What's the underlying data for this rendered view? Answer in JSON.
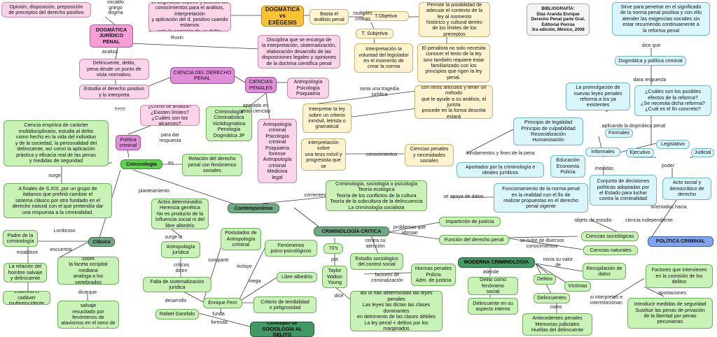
{
  "colors": {
    "pink": "#fbd4ea",
    "yellow": "#fdf4cf",
    "green": "#c8f2b6",
    "cyan": "#d8f6fb",
    "blue": "#7fa5ee",
    "dark_green": "#3f9a63"
  },
  "nodes": {
    "n1": "Opinión, disposición, preposición\nde preceptos del derecho positivo",
    "n2": "DOGMÁTICA\nJURÍDICO\nPENAL",
    "n3": "El dogmático expone y difunde los\nconocimientos para el análisis, interpretación\ny aplicación del d. positivo cuando estamos\nante la comisión de un delito.",
    "n4": "DOGMÁTICA\nvs\nEXÉGESIS",
    "n5": "Basta el\nanálisis penal",
    "n6": "T.Objetiva",
    "n7": "Permite la posibilidad de\nadecuar el contexto de la\nley al momento\nhistórico y cultural dentro\nde los límites de los\npreceptos",
    "n8": "BIBLIOGRAFÍA:\nDíaz Aranda Enrique\nDerecho Penal parte Gral.\nEditorial Porrúa\n3ra edición, México, 2008",
    "n9": "Sirve para penetrar en el significado\nde la norma penal positiva y con ello\natender las exigencias sociales sin\nestar recurriendo continuamente a\nla reforma penal",
    "n10": "Disciplina que se encarga de\nla interpretación, sistematización,\nelaboración desarrollo de las\ndisposiciones legales y opiniones\nde la doctrina científica penal",
    "n11": "T. Subjetiva",
    "n12": "Interpretación la\nvoluntad del legislador\nen el momento de\ncrear la norma",
    "n13": "El penalista no solo necesita\nconocer el texto de la ley\nsino también requiere estar\nfamiliarizado con los\nprincipios que rigen la ley\npenal.",
    "n14": "Dogmática y política criminal",
    "n15": "Delincuente, delito,\npena desde un punto de\nvista normativo.",
    "n16": "Estudia el derecho positivo\ny lo interpreta",
    "n17": "CIENCIA DEL DERECHO\nPENAL",
    "n18": "CIENCIAS\nPENALES",
    "n19": "Antropología\nPsicología\nPsiquiatría",
    "n20": "Su estructura se interrelaciona\ncon otros artículos y tener un método\nque le ayude a su análisis, el jurista\nprocede en la forma descrita estará\nen la posibilidad de aplicar la ley",
    "n21": "La promulgación de\nnuevas leyes penales\nreforma a los ya\nexistentes",
    "n22": "¿Cuáles son los posibles\nefectos de la reforma?\n¿Se necesita dicha reforma?\n¿Cuál es el fin concreto?",
    "n23": "¿Cómo se analiza?\n¿Existen límites?\n¿Cuáles son los alcances?",
    "n24": "Criminología\nCriminalística\nVictidogmática\nPenología\nDogmática JP",
    "n25": "Interpretar la ley\nsobre un criterio\ninmóvil, letrista o\ngramatical",
    "n26": "Principio de legalidad\nPrincipio de culpabilidad\nResocialización\nHumanización",
    "n27": "Formales",
    "n28": "Ciencia empírica de carácter\nmultidisciplinario, estudia al delito\ncomo hecho en la vida del individuo\ny de la sociedad, la personalidad del\ndelincuente, así como la aplicación\npráctica y eficacia real de las penas\ny medidas de seguridad",
    "n29": "Política\ncriminal",
    "n30": "Antropología\ncriminal\nPsicología\ncriminal\nPsiquiatría\nforense\nAntropología\ncriminal\nMedicina\nlegal",
    "n31": "Es correcta la\ninterpretación sobre\nuna tesis móvil y\nprogresista que se\nenriquezca",
    "n32": "Ciencias penales\ny necesidades\nsociales",
    "n33": "Informales",
    "n34": "Legislativo",
    "n35": "Ejecutivo",
    "n36": "Judicial",
    "n37": "Criminología",
    "n38": "Relación del derecho\npenal con fenómenos\nsociales",
    "n39": "Educación\nEconomía\nPolicía",
    "n40": "Aportados por la criminología e\nideales jurídicos",
    "n41": "Conjunto de decisiones\npolíticas adoptadas por\nel Estado para luchar\ncontra la criminalidad",
    "n42": "Acto social y\ndemocrático de\nderecho",
    "n43": "A finales de S.XIX, por un grupo de\nitalianos que prefirió cambiar el\nsistema clásico por otro fundado en el\nderecho natural con el que pretendía dar\nuna respuesta a la criminalidad.",
    "n44": "Criminología, sociología o psicología\nTeoría ecológica\nTeoría de los conflictos de la cultura\nTeoría de la subcultura de la delincuencia\nLa criminología socialista",
    "n45": "Funcionamiento de la norma penal\nen la realidad con el fin de\nrealizar propuestas en el derecho\npenal vigente",
    "n46": "Actos determinados\nHerencia genética\nNo es producto de la\ninfluencia social ni del\nlibre albedrío",
    "n47": "Contemporánea",
    "n48": "Impartición de justicia",
    "n49": "Padre de la\ncriminología",
    "n50": "Clásica",
    "n51": "Postulados de\nAntropología\ncriminal",
    "n52": "CRIMINOLOGÍA CRITICA",
    "n53": "Ciencias sociológicas",
    "n54": "POLÍTICA CRIMINAL",
    "n55": "Antropología\njurídica",
    "n56": "Fenómenos\npsico-psicológicos",
    "n57": "Función del derecho penal",
    "n58": "Ciencias naturales",
    "n59": "70's",
    "n60": "La relación del\nhombre salvaje\ny delincuente",
    "n61": "Anomalías atávicas sobre\nla faceta occipital mediana\nanaloga a los vertebrados\ninferiores",
    "n62": "Estudio sociológico\ndel control social",
    "n63": "MODERNA CRIMINOLOGÍA",
    "n64": "Recopilación de\ndatos",
    "n65": "Factores que intervienen\nen la comisión de los\ndelitos",
    "n66": "Falta de sistematización\njurídica",
    "n67": "Libre albedrío",
    "n68": "Taylor\nWalton\nYoung",
    "n69": "Normas penales\nPolicía\nAdm. de justicia",
    "n70": "Delitos",
    "n71": "Víctimas",
    "n72": "Examina el cadáver\nmultireincidente",
    "n73": "Delito como fenómeno\nsocial",
    "n74": "Enrique Ferri",
    "n75": "Criterio de temibilidad\no peligrosidad",
    "n76": "Delincuentes",
    "n77": "El delincuente es un salvaje\nresucitado por fenómenos de\natavismos en el seno de\nsociedades civilizadas",
    "n78": "Las conductas son delictivas porque\nasí lo han determinado las leyes penales\nLas leyes las dictan las clases dominantes\nen detrimento de las clases débiles\nLa ley penal + delitos por los marginados\n- para las clases privilegiadas",
    "n79": "Delincuente en su\naspecto interno",
    "n80": "Introducir medidas de seguridad\nSustituir las penas de privación\nde la libertad por penas\npecuniarias",
    "n81": "Rafael Garofalo",
    "n82": "Concepto de\nSOCIOLOGÍA AL DELITO",
    "n83": "Antecedentes penales\nMemorias judiciales\nHuellas del delincuente"
  },
  "labels": {
    "l1": "vocablo\ngriego\ndogma",
    "l2": "multiples\ncriticas",
    "l3": "Roxin",
    "l4": "analiza",
    "l5": "dice que",
    "l6": "dara respuesta",
    "l7": "seria una tragedia\njurídica",
    "l8": "apoyado en\notras ciencias",
    "l9": "????",
    "l10": "para dar\nrespuesta",
    "l11": "aplicando la dogmática penal",
    "l12": "es",
    "l13": "fundamentos y fines de la pena",
    "l14": "conocimientos",
    "l15": "medidas",
    "l16": "poder",
    "l17": "surge",
    "l18": "planteamiento",
    "l19": "corrientes",
    "l20": "se apoya de datos",
    "l21": "orientados hacia",
    "l22": "objeto de estudio",
    "l23": "ciencia independiente",
    "l24": "Lombroso",
    "l25": "problemas que\nafirman",
    "l26": "se nutre de diversos\nconocimientos",
    "l27": "surge la",
    "l28": "centra su\natención",
    "l29": "establece",
    "l30": "encuentra",
    "l31": "comparte",
    "l32": "incluye",
    "l33": "por",
    "l34": "inicia su valor\nde",
    "l35": "críticos\ndicen",
    "l36": "factores de\ncriminalización",
    "l37": "atiende",
    "l38": "niega",
    "l39": "aportaciones",
    "l40": "dice que",
    "l41": "desarrollo",
    "l42": "dice",
    "l43": "como",
    "l44": "si interpretan e\ninterrelacionan",
    "l45": "funda",
    "l46": "formula"
  }
}
